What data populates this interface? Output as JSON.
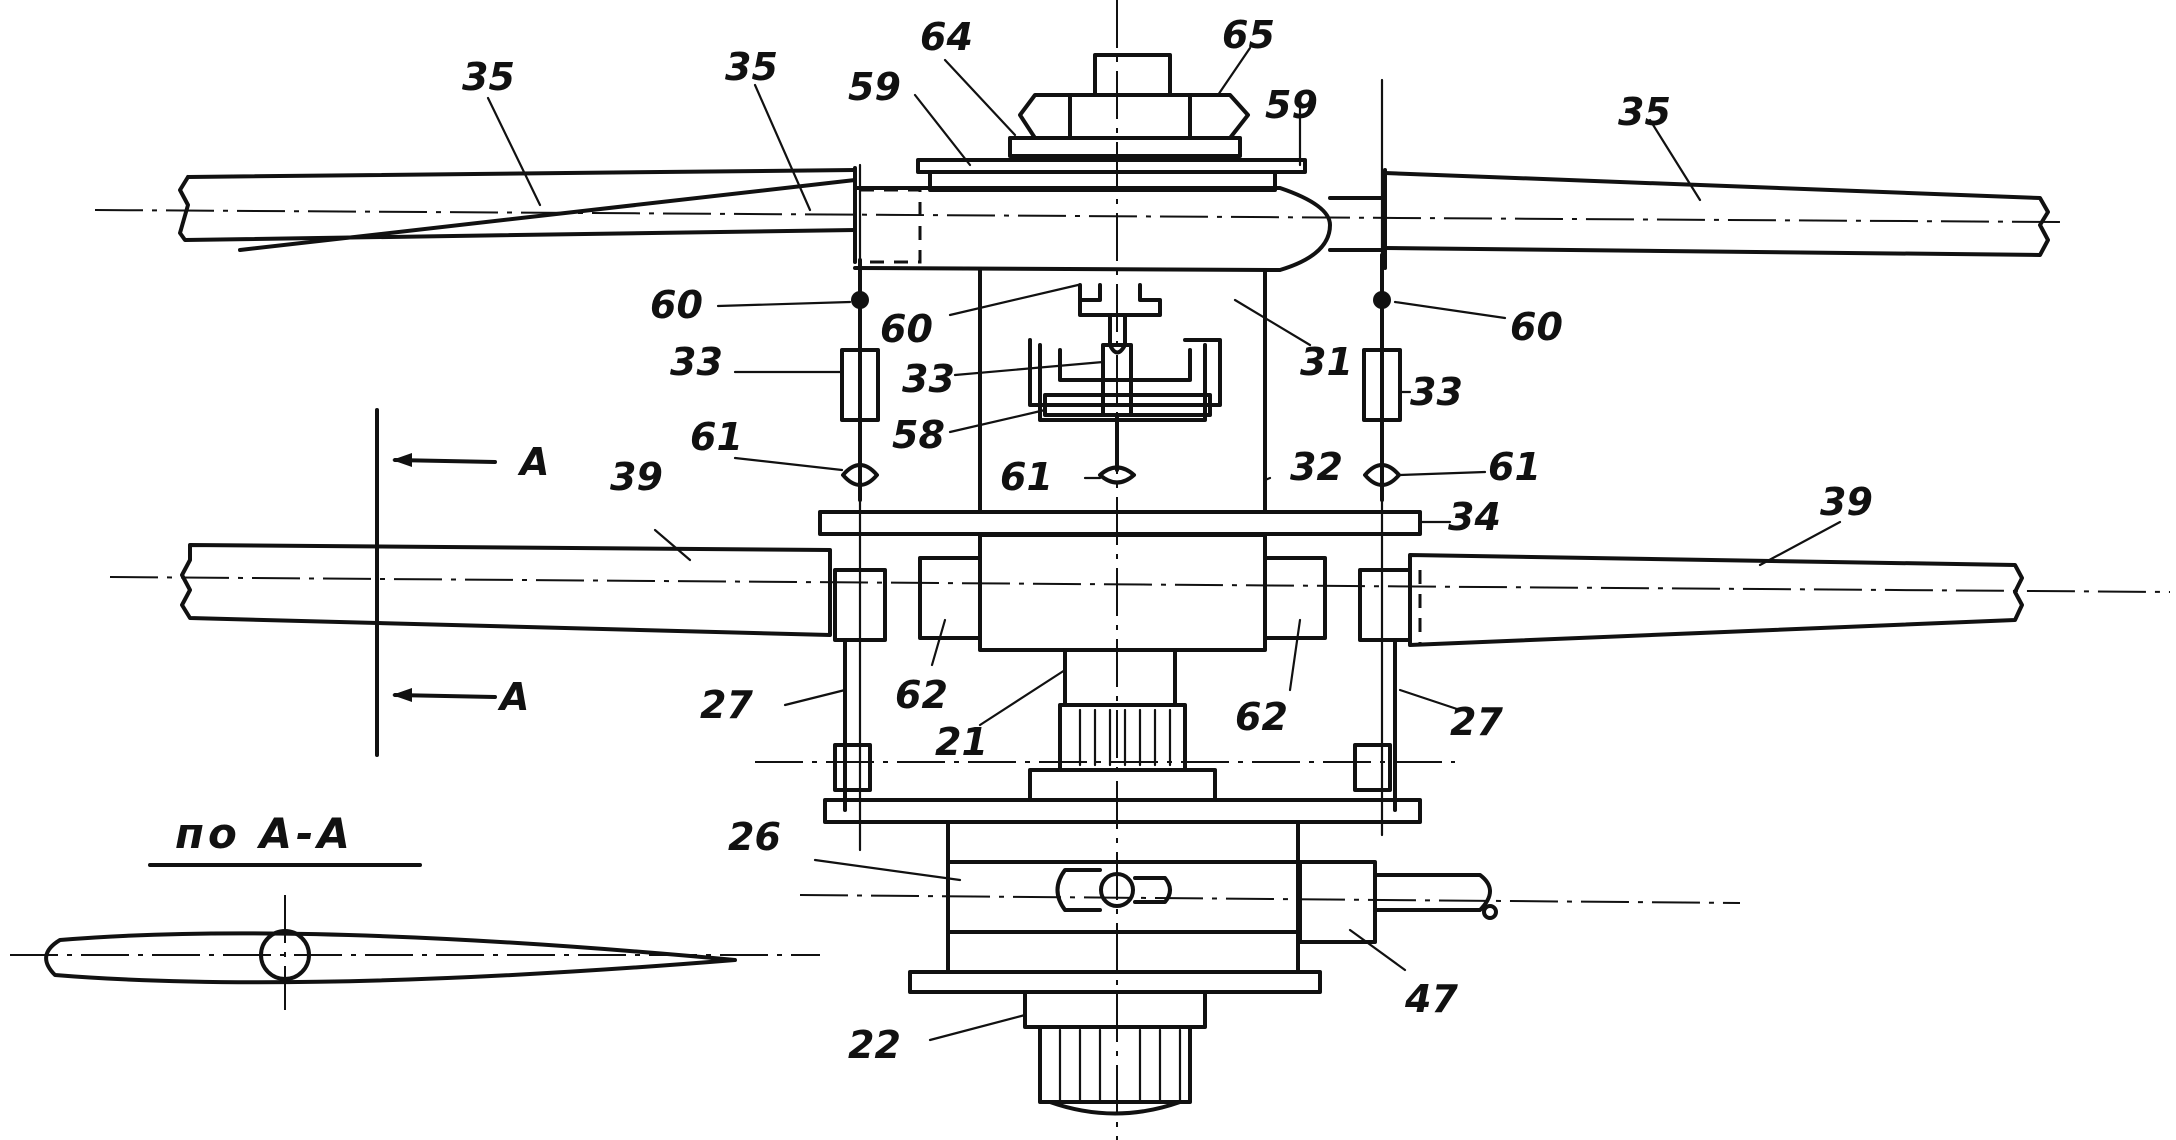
{
  "labels": {
    "l35a": "35",
    "l35b": "35",
    "l35c": "35",
    "l64": "64",
    "l65": "65",
    "l59a": "59",
    "l59b": "59",
    "l60a": "60",
    "l60b": "60",
    "l60c": "60",
    "l31": "31",
    "l33a": "33",
    "l33b": "33",
    "l33c": "33",
    "l58": "58",
    "l61a": "61",
    "l61b": "61",
    "l61c": "61",
    "l32": "32",
    "l34": "34",
    "l39a": "39",
    "l39b": "39",
    "l62a": "62",
    "l62b": "62",
    "l27a": "27",
    "l27b": "27",
    "l21": "21",
    "l26": "26",
    "l47": "47",
    "l22": "22",
    "secA1": "A",
    "secA2": "A",
    "section_caption": "по А-А"
  }
}
